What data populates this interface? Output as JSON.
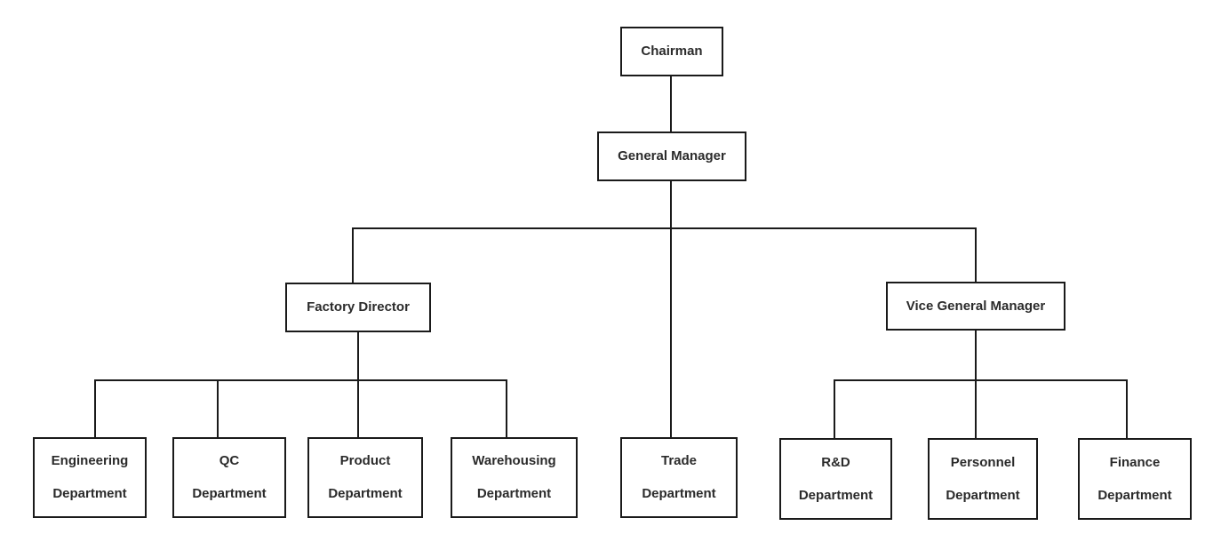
{
  "diagram": {
    "type": "org-chart",
    "colors": {
      "background": "#ffffff",
      "box_fill": "#ffffff",
      "box_border": "#1a1a1a",
      "connector_line": "#1a1a1a",
      "text": "#2b2b2b"
    },
    "nodes": {
      "chairman": {
        "label": "Chairman"
      },
      "general_manager": {
        "label": "General Manager"
      },
      "factory_director": {
        "label": "Factory Director"
      },
      "vice_general_manager": {
        "label": "Vice General Manager"
      },
      "engineering": {
        "line1": "Engineering",
        "line2": "Department"
      },
      "qc": {
        "line1": "QC",
        "line2": "Department"
      },
      "product": {
        "line1": "Product",
        "line2": "Department"
      },
      "warehousing": {
        "line1": "Warehousing",
        "line2": "Department"
      },
      "trade": {
        "line1": "Trade",
        "line2": "Department"
      },
      "rnd": {
        "line1": "R&D",
        "line2": "Department"
      },
      "personnel": {
        "line1": "Personnel",
        "line2": "Department"
      },
      "finance": {
        "line1": "Finance",
        "line2": "Department"
      }
    },
    "hierarchy": {
      "chairman": [
        "general_manager"
      ],
      "general_manager": [
        "factory_director",
        "trade",
        "vice_general_manager"
      ],
      "factory_director": [
        "engineering",
        "qc",
        "product",
        "warehousing"
      ],
      "vice_general_manager": [
        "rnd",
        "personnel",
        "finance"
      ]
    }
  }
}
